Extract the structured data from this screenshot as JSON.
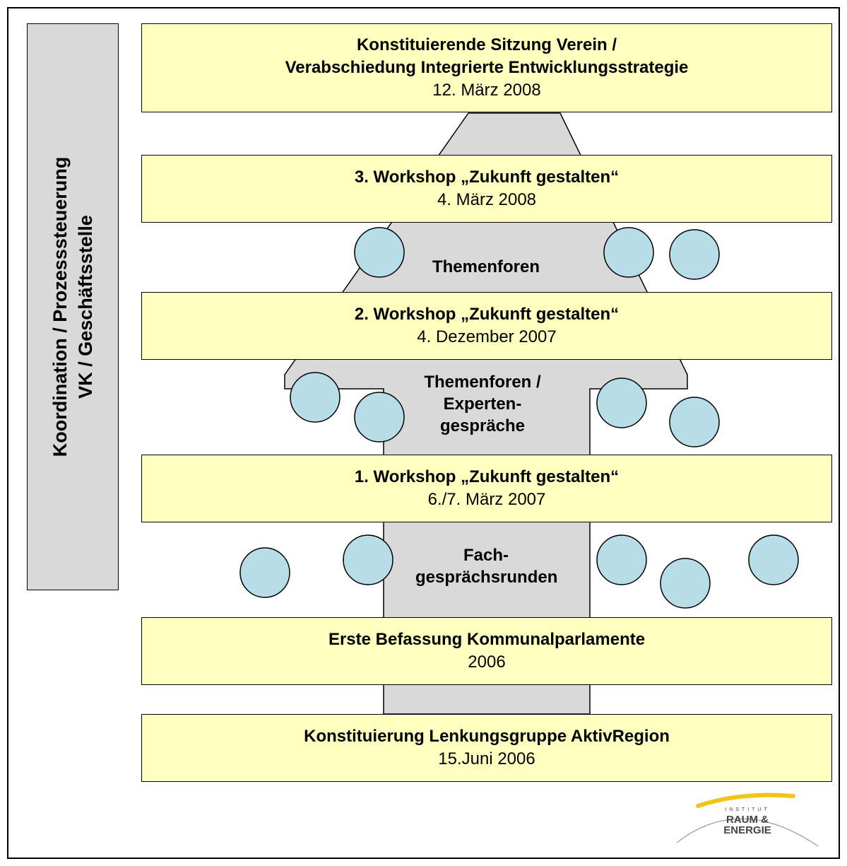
{
  "sidebar": {
    "line1": "Koordination / Prozesssteuerung",
    "line2": "VK / Geschäftsstelle"
  },
  "stages": [
    {
      "title": "Konstituierende Sitzung Verein /",
      "title2": "Verabschiedung Integrierte Entwicklungsstrategie",
      "date": "12. März 2008"
    },
    {
      "title": "3. Workshop „Zukunft gestalten“",
      "date": "4. März 2008"
    },
    {
      "title": "2. Workshop „Zukunft gestalten“",
      "date": "4. Dezember 2007"
    },
    {
      "title": "1. Workshop „Zukunft gestalten“",
      "date": "6./7. März 2007"
    },
    {
      "title": "Erste Befassung Kommunalparlamente",
      "date": "2006"
    },
    {
      "title": "Konstituierung Lenkungsgruppe AktivRegion",
      "date": "15.Juni 2006"
    }
  ],
  "labels": {
    "themenforen": "Themenforen",
    "themenforen_experten": [
      "Themenforen /",
      "Experten-",
      "gespräche"
    ],
    "fachgespraeche": [
      "Fach-",
      "gesprächsrunden"
    ]
  },
  "logo": {
    "small": "INSTITUT",
    "line1": "RAUM &",
    "line2": "ENERGIE"
  },
  "colors": {
    "box_fill": "#ffffc0",
    "arrow_fill": "#d9d9d9",
    "circle_fill": "#b7dde8",
    "logo_swoosh": "#f0c419"
  }
}
